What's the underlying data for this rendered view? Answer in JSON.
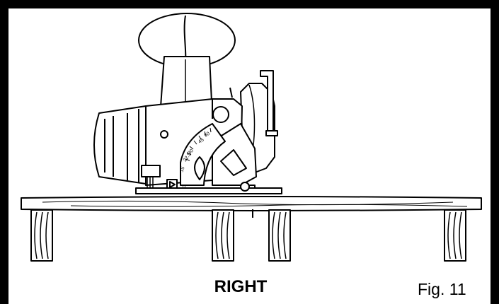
{
  "figure": {
    "caption": "RIGHT",
    "label": "Fig. 11"
  },
  "bevel_scale": {
    "ticks": [
      "0",
      "15",
      "22.5",
      "30",
      "45",
      "50"
    ]
  },
  "colors": {
    "ink": "#000000",
    "paper": "#ffffff"
  }
}
